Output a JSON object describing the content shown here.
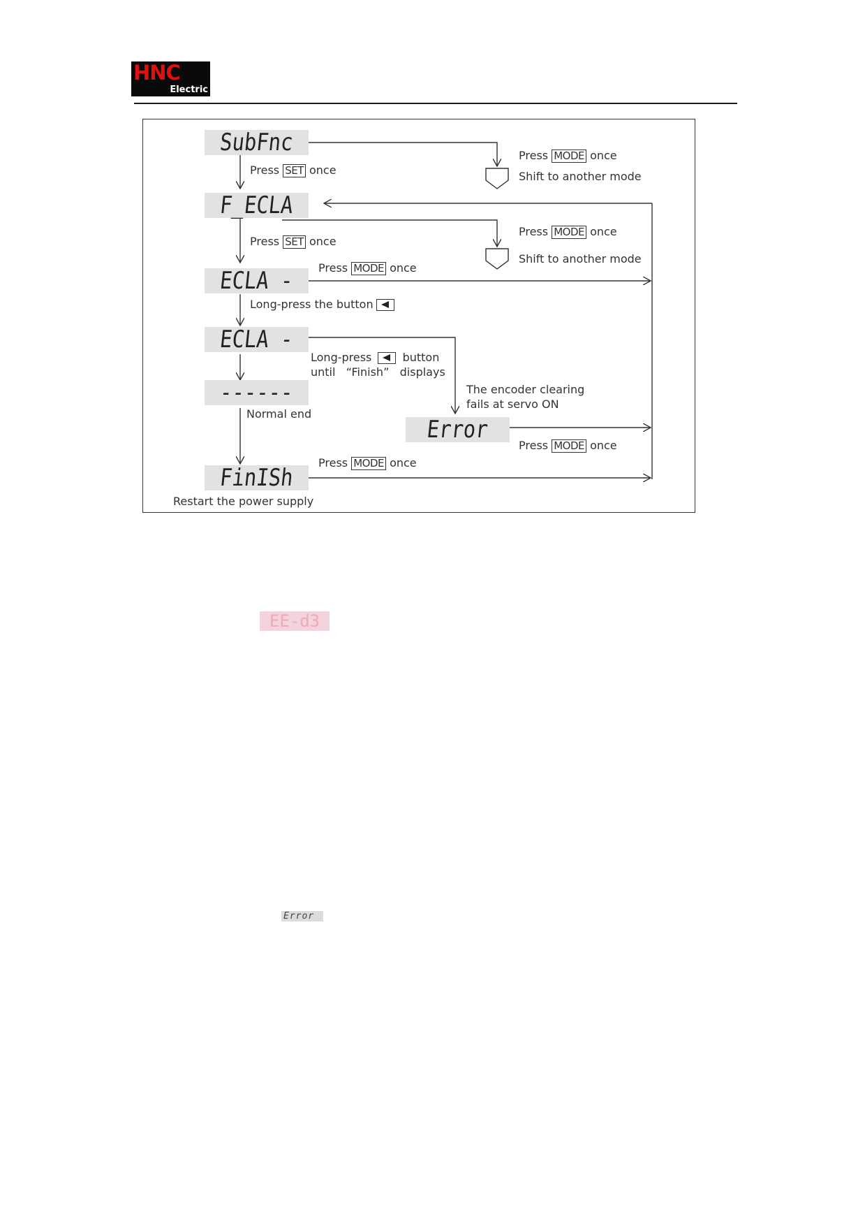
{
  "logo": {
    "main": "HNC",
    "sub": "Electric"
  },
  "displays": {
    "subfnc": "SubFnc",
    "fecla": "F_ECLA",
    "ecla1": "ECLA -",
    "ecla2": "ECLA -",
    "dashes": "------",
    "error": "Error",
    "finish": "FinISh"
  },
  "labels": {
    "press1": "Press",
    "set1": "SET",
    "once1": "once",
    "press2": "Press",
    "mode2": "MODE",
    "once2": "once",
    "shift1": "Shift to another mode",
    "press3": "Press",
    "mode3": "MODE",
    "once3": "once",
    "shift2": "Shift to another mode",
    "press4": "Press",
    "set4": "SET",
    "once4": "once",
    "press5": "Press",
    "mode5": "MODE",
    "once5": "once",
    "longpress1": "Long-press the button",
    "longpress2a": "Long-press",
    "longpress2b": "button",
    "until": "until",
    "finish_q": "“Finish”",
    "displays": "displays",
    "normal_end": "Normal end",
    "encoder_line1": "The encoder clearing",
    "encoder_line2": "fails at servo ON",
    "press6": "Press",
    "mode6": "MODE",
    "once6": "once",
    "press7": "Press",
    "mode7": "MODE",
    "once7": "once",
    "restart": "Restart the power supply"
  },
  "mini_displays": {
    "pink": "EE-d3",
    "error": "Error"
  }
}
